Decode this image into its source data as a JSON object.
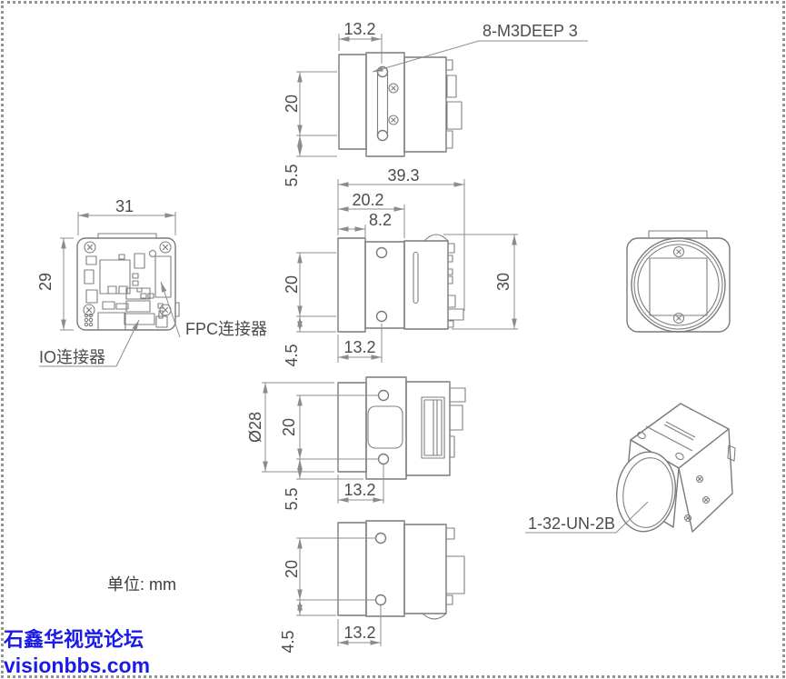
{
  "drawing_title": "camera-dimensional-drawing",
  "colors": {
    "object_line": "#7a7a7a",
    "dimension_line": "#8c8c8c",
    "dimension_text": "#4c4c4c",
    "watermark_blue": "#1b1be8"
  },
  "views": {
    "top": {
      "dim_flange_to_hole": "13.2",
      "dim_hole_spacing": "20",
      "dim_edge_offset": "5.5",
      "thread_callout": "8-M3DEEP 3"
    },
    "side": {
      "dim_total_depth": "39.3",
      "dim_mid_depth": "20.2",
      "dim_flange_depth": "8.2",
      "dim_hole_spacing": "20",
      "dim_body_height": "30",
      "dim_flange_to_hole": "13.2",
      "dim_edge_offset": "4.5"
    },
    "bottom": {
      "dim_lens_diameter": "Ø28",
      "dim_hole_spacing": "20",
      "dim_flange_to_hole": "13.2",
      "dim_edge_offset": "5.5"
    },
    "side2": {
      "dim_hole_spacing": "20",
      "dim_flange_to_hole": "13.2",
      "dim_edge_offset": "4.5"
    },
    "back": {
      "dim_width": "31",
      "dim_height": "29",
      "fpc_label": "FPC连接器",
      "io_label": "IO连接器"
    },
    "iso": {
      "thread_callout": "1-32-UN-2B"
    }
  },
  "notes": {
    "units": "单位: mm"
  },
  "watermark": {
    "title": "石鑫华视觉论坛",
    "url": "visionbbs.com"
  }
}
